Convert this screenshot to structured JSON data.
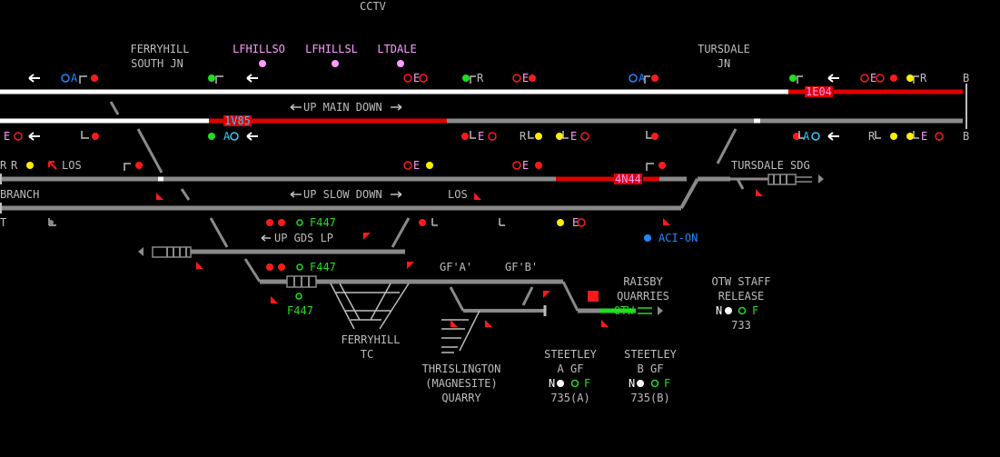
{
  "header": {
    "cctv": "CCTV"
  },
  "locations": {
    "ferryhill_south_jn": [
      "FERRYHILL",
      "SOUTH JN"
    ],
    "tursdale_jn": [
      "TURSDALE",
      "JN"
    ],
    "tursdale_sdg": "TURSDALE SDG",
    "branch": "BRANCH",
    "up_gds_lp": "UP GDS LP",
    "gf_a": "GF'A'",
    "gf_b": "GF'B'",
    "raisby_quarries": [
      "RAISBY",
      "QUARRIES"
    ],
    "ferryhill_tc": [
      "FERRYHILL",
      "TC"
    ],
    "thrislington": [
      "THRISLINGTON",
      "(MAGNESITE)",
      "QUARRY"
    ]
  },
  "level_crossings": [
    "LFHILLSO",
    "LFHILLSL",
    "LTDALE"
  ],
  "line_labels": {
    "up_main_down": "UP MAIN DOWN",
    "up_slow_down": "UP SLOW DOWN",
    "arrow_left": "←",
    "arrow_right": "→"
  },
  "headcodes": {
    "1v85": "1V85",
    "1e04": "1E04",
    "4n44": "4N44"
  },
  "route_markers": {
    "e": "E",
    "r": "R",
    "los": "LOS",
    "a": "A",
    "otw": "OTW",
    "track_end_b": "B",
    "track_end_t": "T"
  },
  "releases": {
    "f447": "F447",
    "aci_on": "ACI-ON",
    "otw_staff": {
      "title": [
        "OTW STAFF",
        "RELEASE"
      ],
      "n": "N",
      "f": "F",
      "number": "733"
    },
    "steetley_a": {
      "title": [
        "STEETLEY",
        "A GF"
      ],
      "n": "N",
      "f": "F",
      "number": "735(A)"
    },
    "steetley_b": {
      "title": [
        "STEETLEY",
        "B GF"
      ],
      "n": "N",
      "f": "F",
      "number": "735(B)"
    }
  },
  "colors": {
    "background": "#000000",
    "track_clear": "#8a8a8a",
    "track_set": "#ffffff",
    "track_occupied": "#e00000",
    "signal_red": "#ff1a1a",
    "signal_green": "#22dd22",
    "signal_yellow": "#ffee00",
    "label_text": "#bdbdbd",
    "level_crossing": "#ff9cff",
    "berth_text": "#33ccff",
    "release_green": "#22dd22"
  }
}
